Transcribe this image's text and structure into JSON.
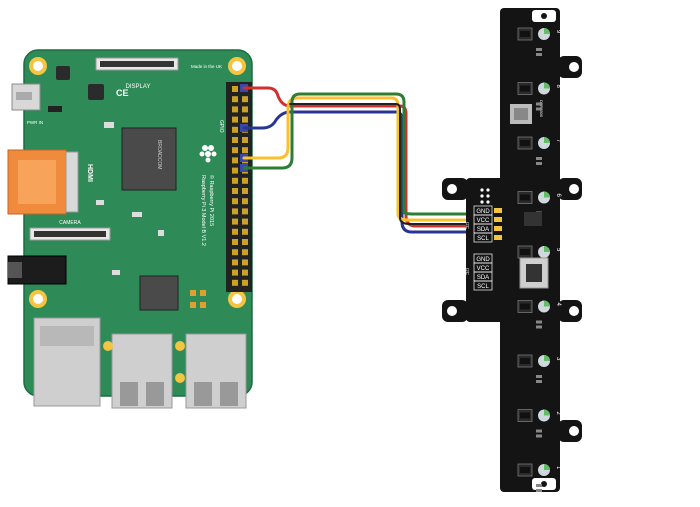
{
  "rpi": {
    "display_label": "DISPLAY",
    "made_in": "Made in the UK",
    "pwr_label": "PWR IN",
    "hdmi_label": "HDMI",
    "camera_label": "CAMERA",
    "gpio_label": "GPIO",
    "board_line1": "Raspberry Pi 3 Model B V1.2",
    "board_line2": "© Raspberry Pi 2015",
    "soc_brand": "BROADCOM",
    "ce_mark": "CE"
  },
  "sensor": {
    "bus1_pins": [
      "GND",
      "VCC",
      "SDA",
      "SCL"
    ],
    "bus2_pins": [
      "GND",
      "VCC",
      "SDA",
      "SCL"
    ],
    "i2c_label": "I2C",
    "dfr_label": "DFR0500",
    "channel_numbers": [
      "9",
      "8",
      "7",
      "6",
      "5",
      "4",
      "3",
      "2",
      "1"
    ]
  },
  "wire_colors": {
    "vcc": "#d32f2f",
    "gnd": "#212121",
    "sda": "#2e7d32",
    "scl": "#fbc02d",
    "blue": "#283593"
  }
}
